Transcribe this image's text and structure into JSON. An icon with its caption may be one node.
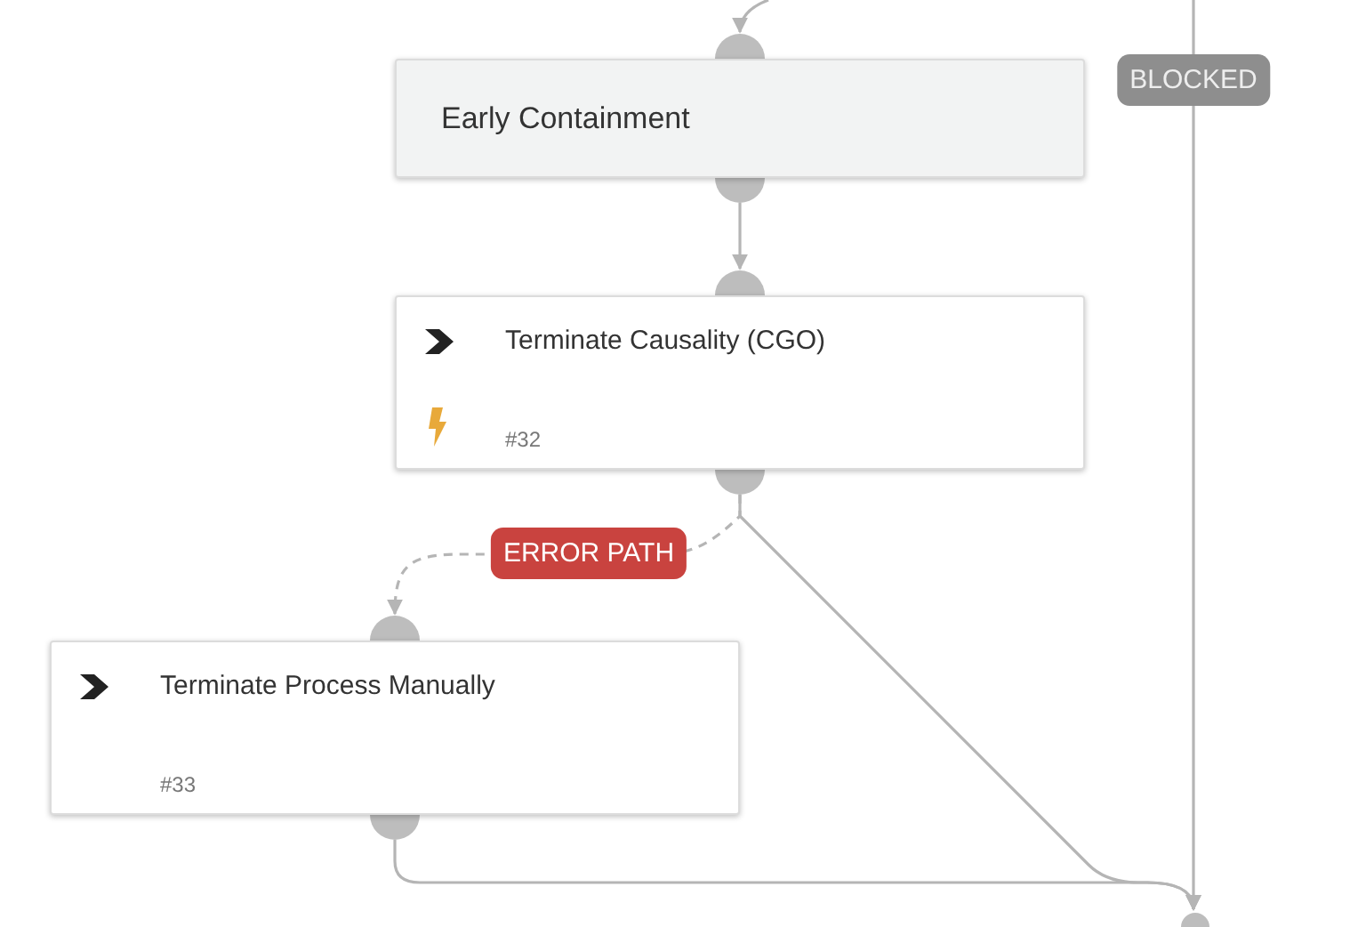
{
  "diagram": {
    "nodes": [
      {
        "text": [
          "Early Containment"
        ]
      },
      {
        "text": [
          "Terminate Causality (CGO)",
          "#32"
        ]
      },
      {
        "text": [
          "Terminate Process Manually",
          "#33"
        ]
      },
      {
        "text": [],
        "shape": "circle"
      }
    ],
    "edges": [
      {
        "from": null,
        "to": 0,
        "arrow": "to"
      },
      {
        "from": 0,
        "to": 1,
        "arrow": "to"
      },
      {
        "from": 1,
        "to": 2,
        "arrow": "to",
        "label": "ERROR PATH",
        "style": "dashed"
      },
      {
        "from": 1,
        "to": 3,
        "arrow": "to"
      },
      {
        "from": 2,
        "to": 3,
        "arrow": "to"
      },
      {
        "from": null,
        "to": 3,
        "arrow": "to",
        "label": "BLOCKED"
      }
    ]
  }
}
